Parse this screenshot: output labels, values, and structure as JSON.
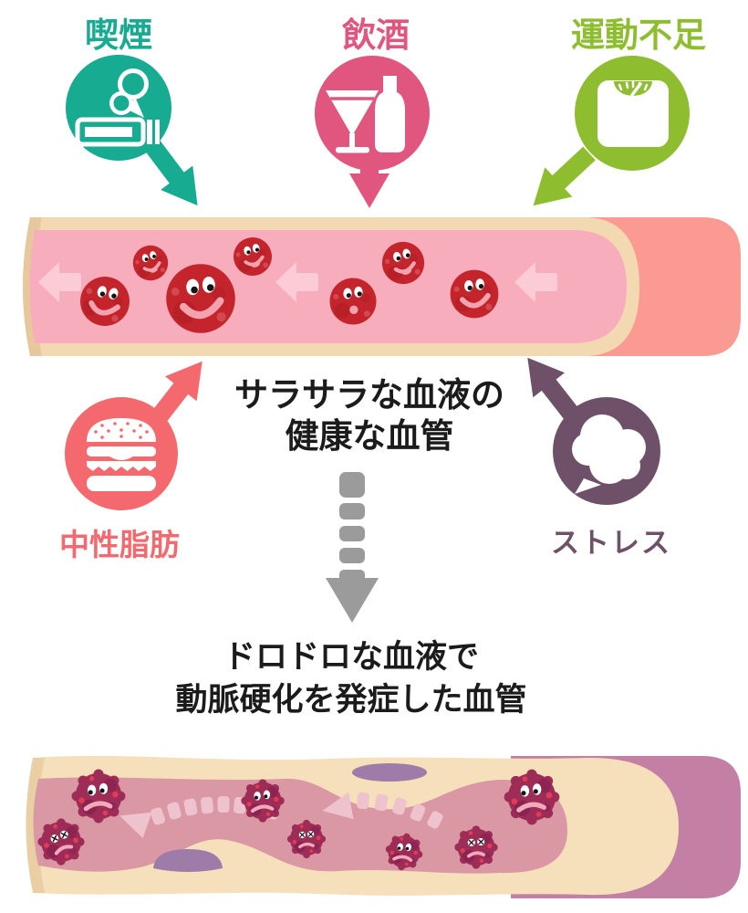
{
  "palette": {
    "teal": "#17ab92",
    "pink": "#e0567e",
    "green": "#8ebe2f",
    "coral": "#f4696e",
    "purple": "#6e5168",
    "ink": "#1b1b1b",
    "grayArrow": "#9b9b9b",
    "vesselOuter": "#fa9a93",
    "vesselWall": "#f3d9b1",
    "vesselCap": "#e7c89d",
    "lumen": "#f8adbc",
    "flowArrow": "#fbccd6",
    "cellRed": "#c4242b",
    "cellRedDark": "#a81c24",
    "cellRedLight": "#d85a60",
    "smile": "#f2a3ae",
    "sickOuter": "#c480a4",
    "sickWall": "#f6dfbb",
    "sickCap": "#eacfa5",
    "sickLumen": "#da98a5",
    "plaque": "#9d7ca9",
    "maroon": "#9d2d57",
    "maroonDark": "#872150",
    "cellDot": "#e23b57",
    "frown": "#f2a9bc",
    "sickFlow": "#eec3cd"
  },
  "factors": {
    "smoking": {
      "label": "喫煙"
    },
    "drinking": {
      "label": "飲酒"
    },
    "inactivity": {
      "label": "運動不足"
    },
    "fat": {
      "label": "中性脂肪"
    },
    "stress": {
      "label": "ストレス"
    }
  },
  "healthy_vessel": {
    "caption_line1": "サラサラな血液の",
    "caption_line2": "健康な血管"
  },
  "diseased_vessel": {
    "caption_line1": "ドロドロな血液で",
    "caption_line2": "動脈硬化を発症した血管"
  }
}
